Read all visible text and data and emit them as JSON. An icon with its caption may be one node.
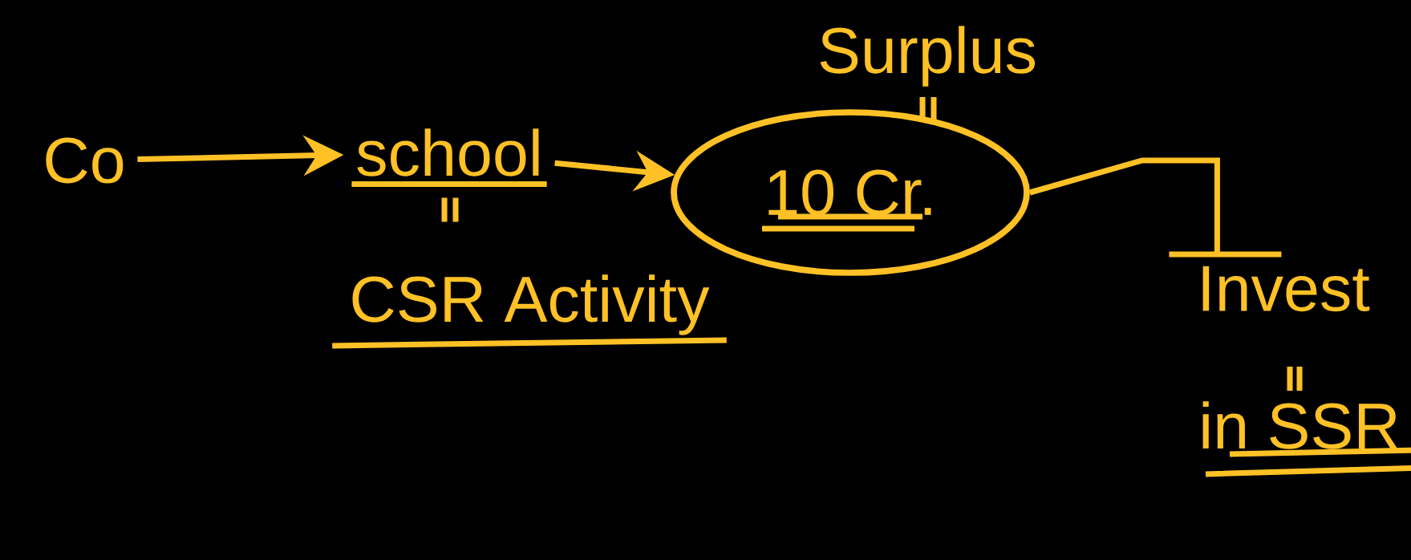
{
  "diagram": {
    "nodes": [
      {
        "text": [
          "Co"
        ]
      },
      {
        "text": [
          "school"
        ]
      },
      {
        "text": [
          "10 Cr."
        ],
        "beside": [
          "Surplus"
        ]
      },
      {
        "text": [
          "Invest"
        ],
        "beside": [
          "in SSR"
        ]
      }
    ],
    "edges": [
      {
        "from": 0,
        "to": 1,
        "arrow": "to"
      },
      {
        "from": 1,
        "to": 2,
        "arrow": "to"
      },
      {
        "from": 2,
        "to": 3,
        "arrow": "none"
      }
    ],
    "labels": [
      "CSR Activity"
    ]
  }
}
